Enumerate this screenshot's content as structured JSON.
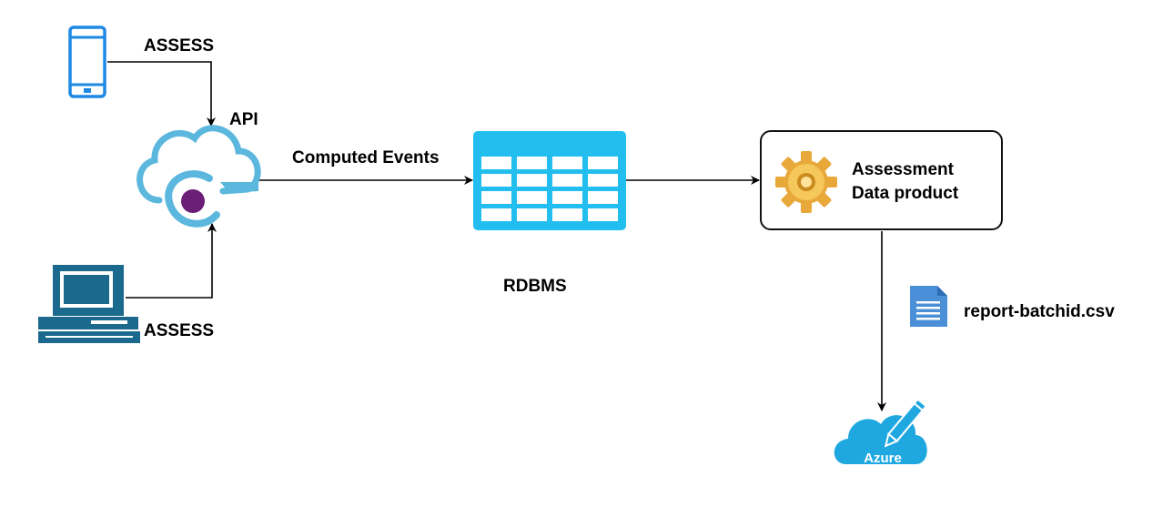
{
  "labels": {
    "mobile_label": "ASSESS",
    "desktop_label": "ASSESS",
    "api_label": "API",
    "computed_events_label": "Computed Events",
    "rdbms_label": "RDBMS",
    "data_product_line1": "Assessment",
    "data_product_line2": "Data product",
    "report_file_label": "report-batchid.csv",
    "azure_label": "Azure"
  },
  "colors": {
    "mobile_blue": "#1E88E5",
    "desktop_teal": "#1B6A8E",
    "cloud_blue": "#5BB7DD",
    "cloud_dot": "#6A1E75",
    "table_blue": "#22BEEF",
    "gear_gold": "#F0B43C",
    "file_blue": "#4A8FD8",
    "azure_blue": "#1FA8E0",
    "line": "#000000"
  },
  "icons": [
    "mobile-phone-icon",
    "desktop-computer-icon",
    "cloud-api-icon",
    "database-table-icon",
    "gear-icon",
    "document-file-icon",
    "azure-cloud-icon"
  ]
}
